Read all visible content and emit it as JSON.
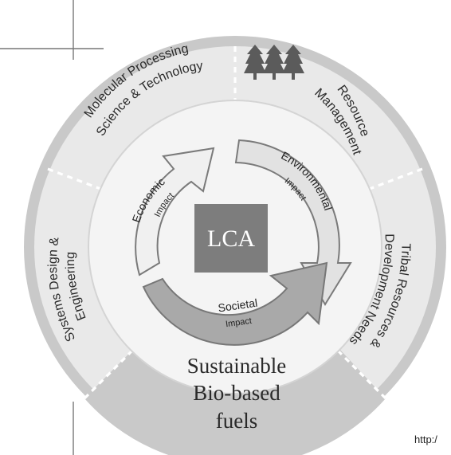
{
  "diagram": {
    "center": "LCA",
    "segments": {
      "molecular": [
        "Molecular Processing",
        "Science & Technology"
      ],
      "resource": [
        "Resource",
        "Management"
      ],
      "tribal": [
        "Tribal Resources &",
        "Development Needs"
      ],
      "systems": [
        "Systems Design &",
        "Engineering"
      ]
    },
    "bottom": [
      "Sustainable",
      "Bio-based",
      "fuels"
    ],
    "impacts": {
      "economic": "Economic",
      "environmental": "Environmental",
      "societal": "Societal",
      "impact_word": "Impact"
    },
    "source_url_fragment": "http:/"
  }
}
